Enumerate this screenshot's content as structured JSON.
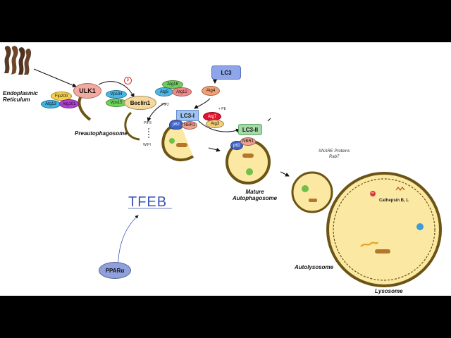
{
  "labels": {
    "er": "Endoplasmic\nReticulum",
    "preauto": "Preautophagosome",
    "mature": "Mature\nAutophagosome",
    "autolyso": "Autolysosome",
    "lysosome": "Lysosome",
    "snare": "SNARE Proteins\nRab7",
    "cathepsin": "Cathepsin B, L",
    "tfeb": "TFEB",
    "ppar": "PPARα"
  },
  "proteins": {
    "ulk1": "ULK1",
    "fip200": "Fip200",
    "atg13": "Atg13",
    "atg101": "Atg101",
    "vps34": "Vps34",
    "vps15": "Vps15",
    "beclin1": "Beclin1",
    "atg16": "Atg16",
    "atg5": "Atg5",
    "atg12": "Atg12",
    "lc3": "LC3",
    "atg4": "Atg4",
    "lc3i": "LC3-I",
    "lc3ii": "LC3-II",
    "p62": "p62",
    "nbr1": "NBR1",
    "p62b": "p62",
    "nbr1b": "NBR1",
    "atg7": "Atg7",
    "atg3": "Atg3",
    "phospho": "P",
    "pip2": "PIP2",
    "pip3": "PIP3",
    "wipi": "WIPI",
    "pe": "+ PE",
    "h": "H+"
  },
  "colors": {
    "ulk1": "#f4a9a0",
    "fip200": "#f5d04a",
    "atg13": "#3db5e6",
    "atg101": "#b23fd4",
    "vps34": "#49b8e8",
    "vps15": "#6fd35a",
    "beclin1": "#f6d89a",
    "atg16": "#6fcf5a",
    "atg5": "#4cb8e8",
    "atg12": "#f08a8a",
    "lc3": "#8ea5ea",
    "atg4": "#f4a077",
    "lc3i": "#9fc3ef",
    "lc3ii": "#a5d9a8",
    "atg7": "#e5122b",
    "atg3": "#f2d07a",
    "p62": "#3f64c8",
    "nbr1": "#f0a090",
    "vesicle": "#fbe8a2",
    "membrane": "#6b5414",
    "ppar": "#8fa0de"
  }
}
